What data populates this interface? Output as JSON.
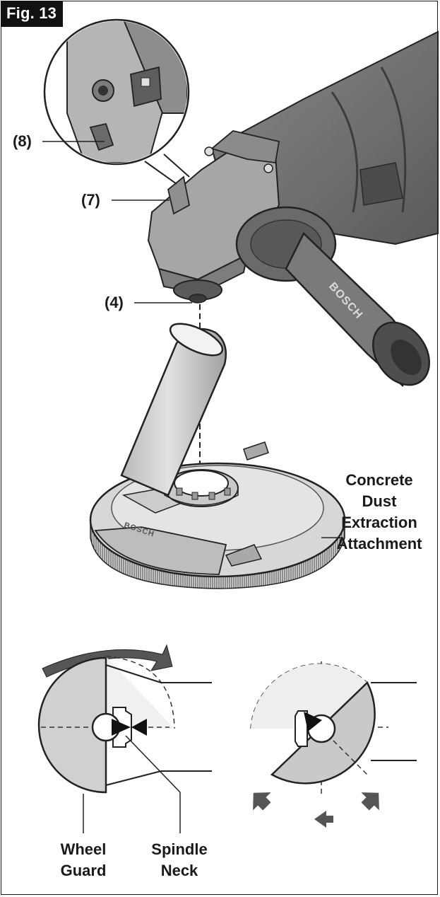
{
  "figure": {
    "title": "Fig. 13"
  },
  "callouts": {
    "c8": "(8)",
    "c7": "(7)",
    "c4": "(4)"
  },
  "attachment": {
    "line1": "Concrete",
    "line2": "Dust",
    "line3": "Extraction",
    "line4": "Attachment"
  },
  "bottom_labels": {
    "wheel_guard_l1": "Wheel",
    "wheel_guard_l2": "Guard",
    "spindle_neck_l1": "Spindle",
    "spindle_neck_l2": "Neck"
  },
  "tool_branding": {
    "handle_logo": "BOSCH",
    "attachment_logo": "BOSCH"
  },
  "colors": {
    "ink": "#1a1a1a",
    "tool_body": "#6e6e6e",
    "tool_light": "#a9a9a9",
    "guard_fill": "#cfcfcf",
    "guard_light": "#e9e9e9"
  }
}
